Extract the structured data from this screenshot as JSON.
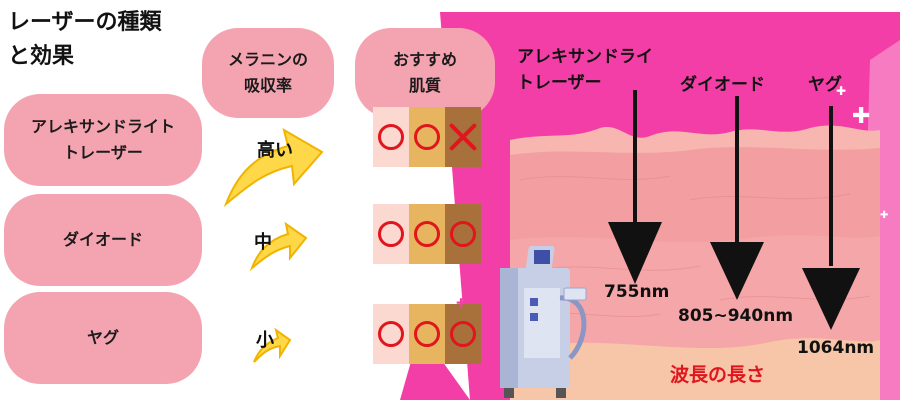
{
  "title": {
    "line1": "レーザーの種類",
    "line2": "と効果"
  },
  "headers": {
    "melanin": {
      "line1": "メラニンの",
      "line2": "吸収率"
    },
    "skin": {
      "line1": "おすすめ",
      "line2": "肌質"
    }
  },
  "lasers": [
    {
      "line1": "アレキサンドライト",
      "line2": "トレーザー",
      "absorption": "高い",
      "skin": [
        "circle",
        "circle",
        "cross"
      ]
    },
    {
      "line1": "ダイオード",
      "line2": "",
      "absorption": "中",
      "skin": [
        "circle",
        "circle",
        "circle"
      ]
    },
    {
      "line1": "ヤグ",
      "line2": "",
      "absorption": "小",
      "skin": [
        "circle",
        "circle",
        "circle"
      ]
    }
  ],
  "skin_tone_colors": [
    "#fbd9d0",
    "#e7b45f",
    "#a8703a"
  ],
  "diagram": {
    "laser_labels": [
      {
        "line1": "アレキサンドライ",
        "line2": "トレーザー"
      },
      {
        "line1": "ダイオード",
        "line2": ""
      },
      {
        "line1": "ヤグ",
        "line2": ""
      }
    ],
    "wavelengths": [
      "755nm",
      "805~940nm",
      "1064nm"
    ],
    "footer": "波長の長さ"
  },
  "colors": {
    "pill": "#f4a3b0",
    "accent_pink": "#f43ea7",
    "mark_red": "#e0151d",
    "footer_red": "#e0151d",
    "skin_layer": "#f6a3a5",
    "arrow_yellow": "#ffd84a"
  },
  "icons": [
    "arrow-up-icon",
    "circle-mark-icon",
    "cross-mark-icon",
    "laser-machine-icon",
    "sparkle-icon",
    "down-arrow-icon"
  ]
}
